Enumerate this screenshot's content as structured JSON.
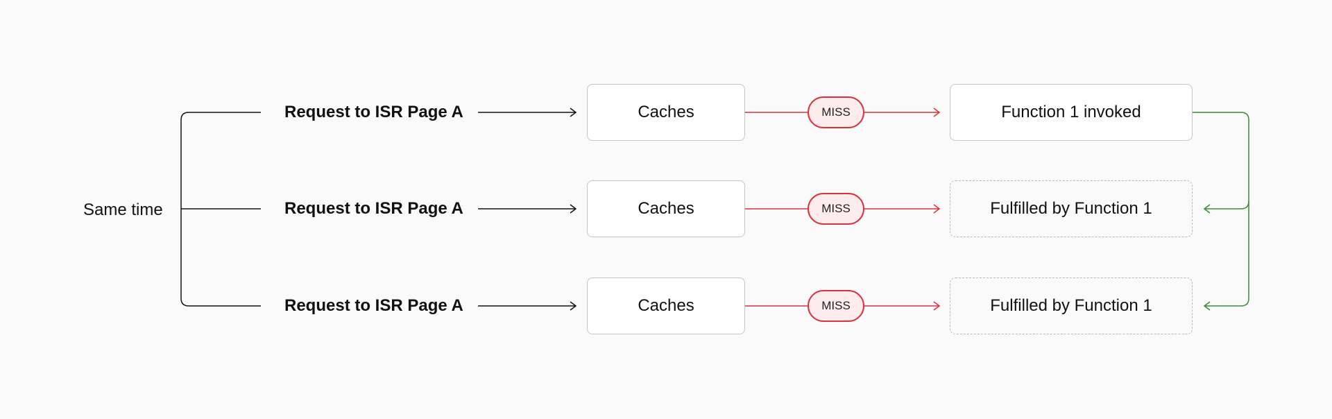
{
  "diagram": {
    "group_label": "Same time",
    "rows": [
      {
        "request": "Request to ISR Page A",
        "cache": "Caches",
        "status": "MISS",
        "outcome": "Function 1 invoked"
      },
      {
        "request": "Request to ISR Page A",
        "cache": "Caches",
        "status": "MISS",
        "outcome": "Fulfilled by Function 1"
      },
      {
        "request": "Request to ISR Page A",
        "cache": "Caches",
        "status": "MISS",
        "outcome": "Fulfilled by Function 1"
      }
    ],
    "colors": {
      "background": "#fafafa",
      "text": "#111111",
      "connector": "#111111",
      "miss": "#d9323b",
      "miss_fill": "#fdecec",
      "reuse": "#3a8a3a",
      "box_border": "#c4c4c4"
    }
  }
}
